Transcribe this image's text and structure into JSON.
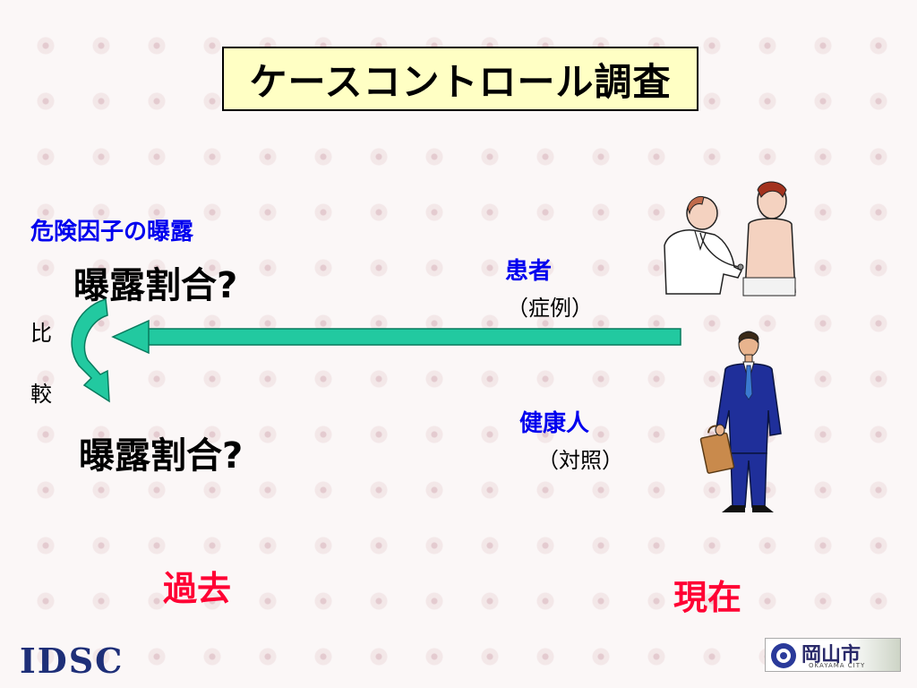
{
  "slide": {
    "title": "ケースコントロール調査",
    "risk_label": "危険因子の曝露",
    "exposure_ratio_top": "曝露割合?",
    "exposure_ratio_bottom": "曝露割合?",
    "compare_chars": [
      "比",
      "較"
    ],
    "patient_label": "患者",
    "case_label": "（症例）",
    "healthy_label": "健康人",
    "control_label": "（対照）",
    "past_label": "過去",
    "present_label": "現在",
    "logo_left": "IDSC",
    "logo_right_text": "岡山市",
    "logo_right_sub": "OKAYAMA CITY"
  },
  "colors": {
    "title_bg": "#ffffc4",
    "label_blue": "#0000ee",
    "time_red": "#ff0033",
    "arrow_teal": "#22c9a0"
  },
  "icons": [
    "doctor-patient-clipart",
    "businessman-clipart",
    "city-emblem-icon"
  ]
}
